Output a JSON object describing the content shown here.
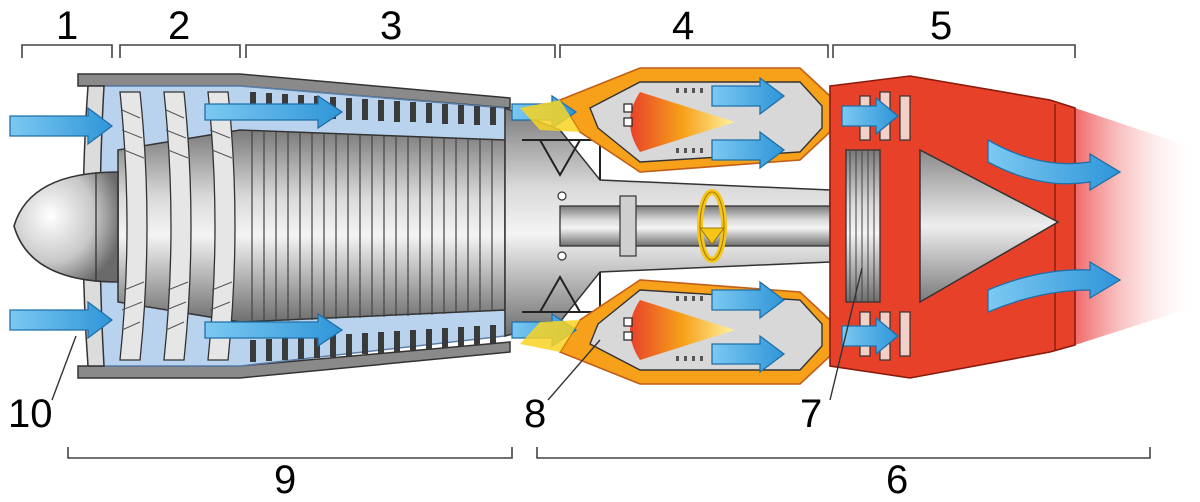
{
  "labels": {
    "l1": "1",
    "l2": "2",
    "l3": "3",
    "l4": "4",
    "l5": "5",
    "l6": "6",
    "l7": "7",
    "l8": "8",
    "l9": "9",
    "l10": "10"
  },
  "colors": {
    "cold_section": "#b9d3ef",
    "cold_outline": "#5b7fa8",
    "metal": "#a9a9a9",
    "metal_dark": "#6e6e6e",
    "combustor_orange": "#f7a11a",
    "combustor_outline": "#e0711b",
    "hot_section": "#e8412a",
    "exhaust_glow": "#f27070",
    "airflow_arrow": "#3fa9e6",
    "fuel_flame": "#f9d423",
    "rotation_arrow": "#f5c518"
  }
}
